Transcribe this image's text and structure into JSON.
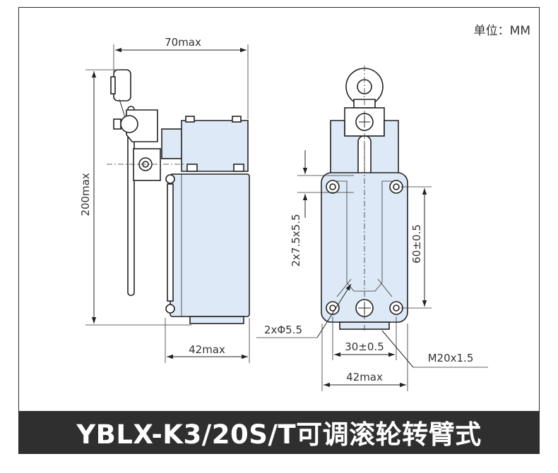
{
  "unit_label": "单位：MM",
  "title": "YBLX-K3/20S/T可调滚轮转臂式",
  "dimensions": {
    "width_overall": "70max",
    "height_overall": "200max",
    "side_body_width": "42max",
    "slot_spacing": "2x7.5x5.5",
    "hole_spacing_vertical": "60±0.5",
    "mount_holes": "2xΦ5.5",
    "hole_spacing_horizontal": "30±0.5",
    "thread": "M20x1.5",
    "front_body_width": "42max"
  }
}
